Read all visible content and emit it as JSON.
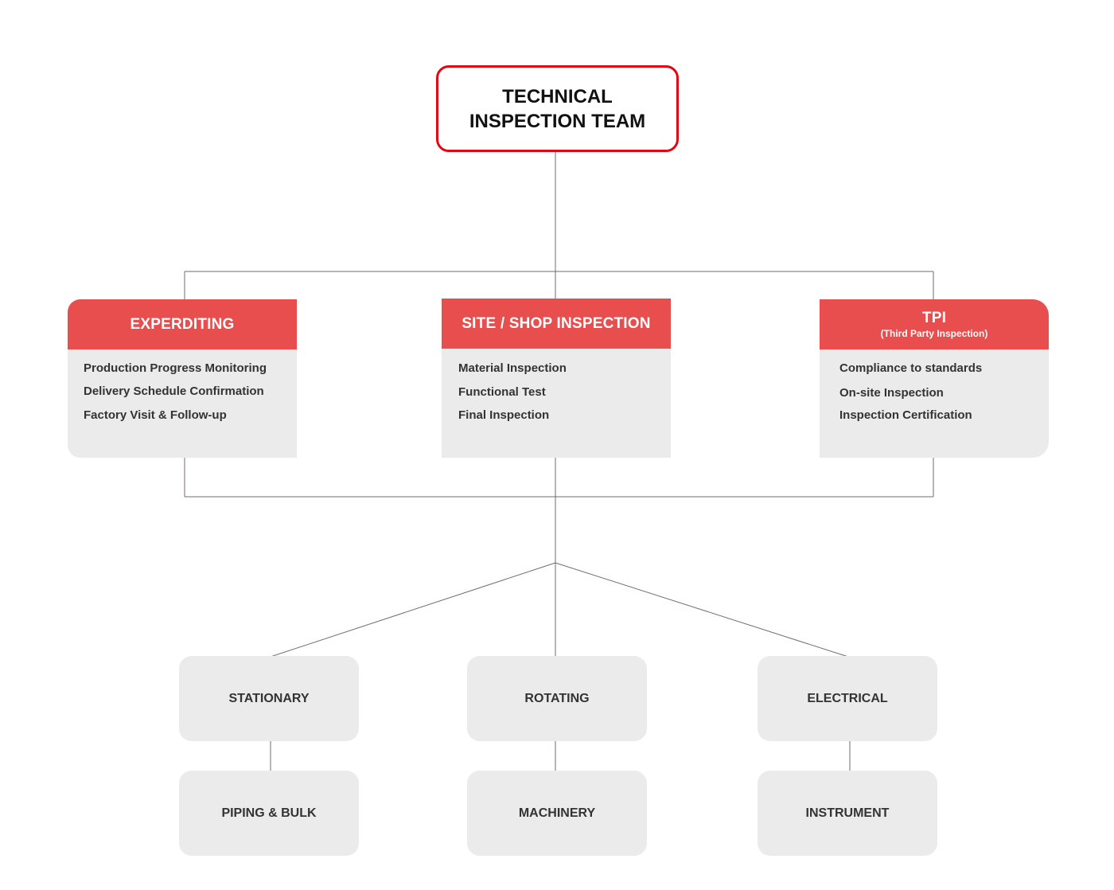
{
  "root": {
    "line1": "TECHNICAL",
    "line2": "INSPECTION TEAM"
  },
  "departments": [
    {
      "title": "EXPERDITING",
      "subtitle": "",
      "items": [
        "Production Progress Monitoring",
        "Delivery Schedule Confirmation",
        "Factory Visit & Follow-up"
      ]
    },
    {
      "title": "SITE / SHOP INSPECTION",
      "subtitle": "",
      "items": [
        "Material Inspection",
        "Functional Test",
        "Final Inspection"
      ]
    },
    {
      "title": "TPI",
      "subtitle": "(Third Party Inspection)",
      "items": [
        "Compliance to standards",
        "On-site Inspection",
        "Inspection Certification"
      ]
    }
  ],
  "categories": [
    "STATIONARY",
    "ROTATING",
    "ELECTRICAL"
  ],
  "subcategories": [
    "PIPING & BULK",
    "MACHINERY",
    "INSTRUMENT"
  ],
  "colors": {
    "accent_border": "#e30613",
    "header_fill": "#e84e4e",
    "box_fill": "#ebebeb",
    "connector": "#7a6a6a"
  }
}
